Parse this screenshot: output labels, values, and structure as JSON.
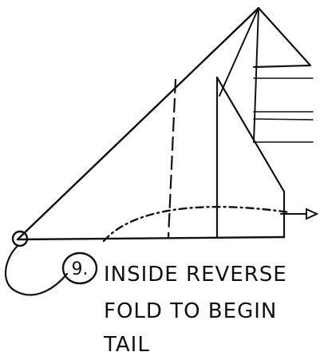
{
  "step": {
    "number": "9.",
    "instruction_lines": [
      "INSIDE REVERSE",
      "FOLD TO BEGIN",
      "TAIL"
    ]
  },
  "icons": {
    "fold_arrow": "arrow-right-icon",
    "pivot": "circle-marker-icon"
  },
  "colors": {
    "ink": "#111111",
    "paper": "#ffffff"
  }
}
